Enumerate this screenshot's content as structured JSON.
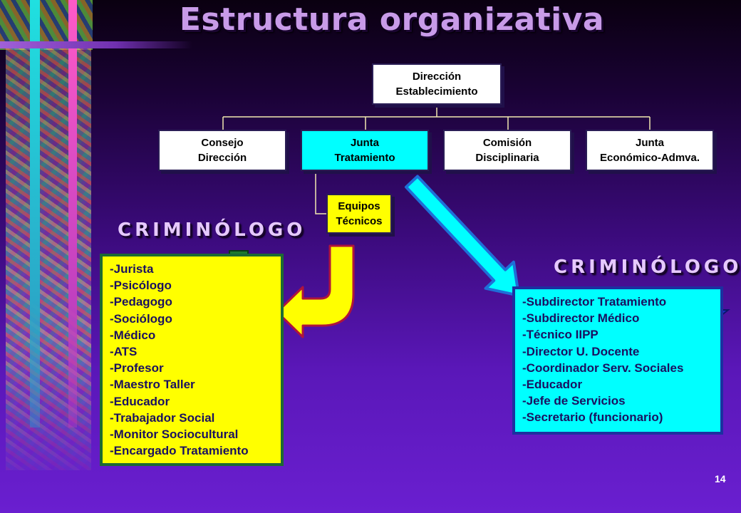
{
  "title": "Estructura organizativa",
  "org": {
    "root": {
      "line1": "Dirección",
      "line2": "Establecimiento"
    },
    "children": [
      {
        "line1": "Consejo",
        "line2": "Dirección"
      },
      {
        "line1": "Junta",
        "line2": "Tratamiento"
      },
      {
        "line1": "Comisión",
        "line2": "Disciplinaria"
      },
      {
        "line1": "Junta",
        "line2": "Económico-Admva."
      }
    ],
    "sub": {
      "line1": "Equipos",
      "line2": "Técnicos"
    }
  },
  "roles": {
    "left": "CRIMINÓLOGO",
    "right": "CRIMINÓLOGO"
  },
  "equipos_list": [
    "-Jurista",
    "-Psicólogo",
    "-Pedagogo",
    "-Sociólogo",
    "-Médico",
    "-ATS",
    "-Profesor",
    "-Maestro Taller",
    "-Educador",
    "-Trabajador Social",
    "-Monitor Sociocultural",
    "-Encargado Tratamiento"
  ],
  "junta_list": [
    "-Subdirector Tratamiento",
    "-Subdirector Médico",
    "-Técnico IIPP",
    "-Director U. Docente",
    "-Coordinador Serv. Sociales",
    "-Educador",
    "-Jefe de Servicios",
    "-Secretario (funcionario)"
  ],
  "page_number": "14",
  "colors": {
    "background": "#3a0a7a",
    "title": "#c89be8",
    "box_white": "#ffffff",
    "box_cyan": "#00ffff",
    "box_yellow": "#ffff00",
    "arrow_green": "#1e7a2e",
    "arrow_blue": "#1d2fc8",
    "arrow_yellow": "#ffff00",
    "arrow_cyan": "#00ffff"
  }
}
